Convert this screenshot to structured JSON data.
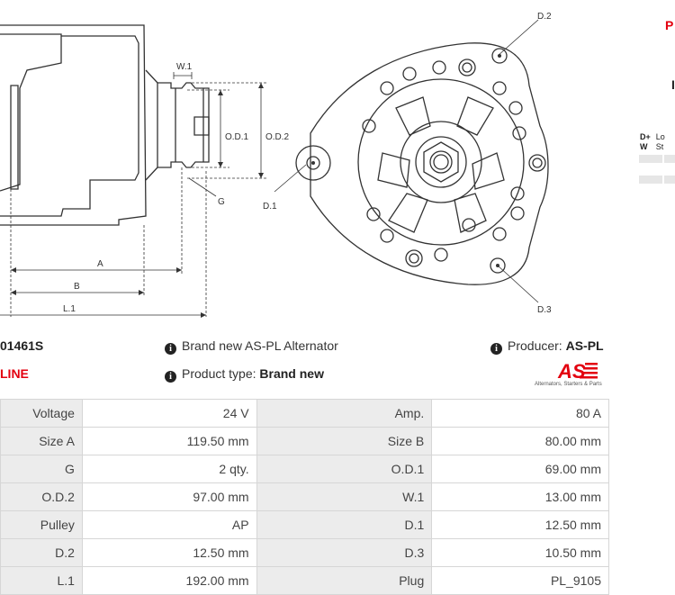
{
  "drawing": {
    "labels": {
      "w1": "W.1",
      "od1": "O.D.1",
      "od2": "O.D.2",
      "g": "G",
      "a": "A",
      "b": "B",
      "l1": "L.1",
      "d1": "D.1",
      "d2": "D.2",
      "d3": "D.3"
    }
  },
  "side_panel": {
    "letter_top": "P",
    "letter_mid": "I",
    "mini_table": [
      {
        "key": "D+",
        "val": "Lo"
      },
      {
        "key": "W",
        "val": "St"
      }
    ]
  },
  "info": {
    "code": "01461S",
    "line": "LINE",
    "brand": "Brand new AS-PL Alternator",
    "product_type_label": "Product type:",
    "product_type_value": "Brand new",
    "producer_label": "Producer:",
    "producer_value": "AS-PL",
    "icon_glyph": "i"
  },
  "logo": {
    "text": "AS",
    "tagline": "Alternators, Starters & Parts"
  },
  "colors": {
    "accent": "#e3000f",
    "label_bg": "#ececec",
    "border": "#d6d6d6"
  },
  "specs": [
    [
      {
        "label": "Voltage",
        "value": "24 V"
      },
      {
        "label": "Amp.",
        "value": "80 A"
      }
    ],
    [
      {
        "label": "Size A",
        "value": "119.50 mm"
      },
      {
        "label": "Size B",
        "value": "80.00 mm"
      }
    ],
    [
      {
        "label": "G",
        "value": "2 qty."
      },
      {
        "label": "O.D.1",
        "value": "69.00 mm"
      }
    ],
    [
      {
        "label": "O.D.2",
        "value": "97.00 mm"
      },
      {
        "label": "W.1",
        "value": "13.00 mm"
      }
    ],
    [
      {
        "label": "Pulley",
        "value": "AP"
      },
      {
        "label": "D.1",
        "value": "12.50 mm"
      }
    ],
    [
      {
        "label": "D.2",
        "value": "12.50 mm"
      },
      {
        "label": "D.3",
        "value": "10.50 mm"
      }
    ],
    [
      {
        "label": "L.1",
        "value": "192.00 mm"
      },
      {
        "label": "Plug",
        "value": "PL_9105"
      }
    ]
  ]
}
